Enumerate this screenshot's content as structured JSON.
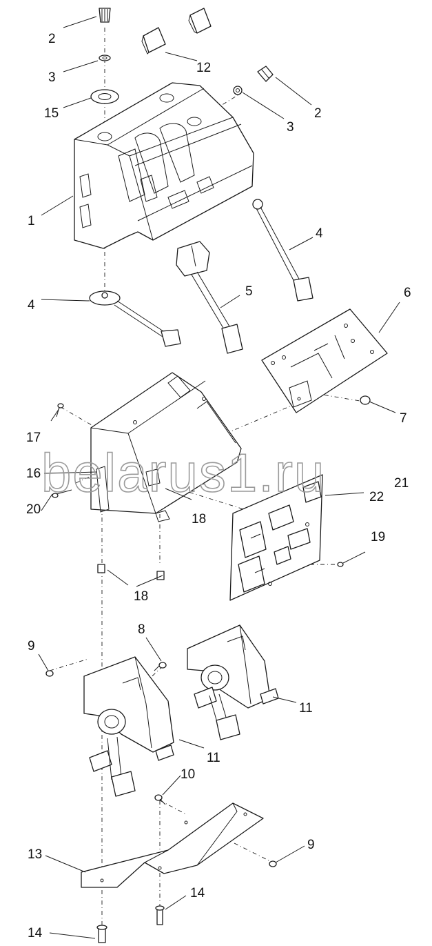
{
  "watermark": "belarus1.ru",
  "callouts": {
    "c1": "1",
    "c2a": "2",
    "c2b": "2",
    "c3a": "3",
    "c3b": "3",
    "c4a": "4",
    "c4b": "4",
    "c5": "5",
    "c6": "6",
    "c7": "7",
    "c8": "8",
    "c9a": "9",
    "c9b": "9",
    "c10": "10",
    "c11a": "11",
    "c11b": "11",
    "c12": "12",
    "c13": "13",
    "c14a": "14",
    "c14b": "14",
    "c15": "15",
    "c16": "16",
    "c17": "17",
    "c18a": "18",
    "c18b": "18",
    "c19": "19",
    "c20": "20",
    "c21": "21",
    "c22": "22"
  }
}
